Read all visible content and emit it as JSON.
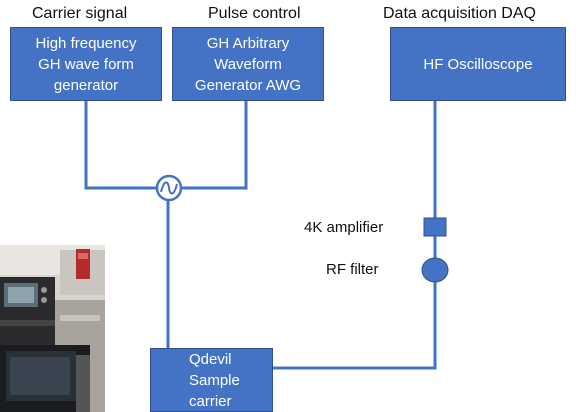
{
  "headers": {
    "carrier": "Carrier signal",
    "pulse": "Pulse control",
    "daq": "Data acquisition DAQ"
  },
  "boxes": {
    "hf_generator": "High frequency\nGH wave form\ngenerator",
    "awg": "GH Arbitrary\nWaveform\nGenerator AWG",
    "oscilloscope": "HF Oscilloscope",
    "sample_carrier": "Qdevil\nSample\ncarrier"
  },
  "components": {
    "amplifier": "4K amplifier",
    "rf_filter": "RF filter"
  },
  "colors": {
    "box_fill": "#4472c4",
    "box_border": "#2f528f",
    "wire": "#4472c4"
  },
  "icons": {
    "mixer": "mixer-circle-icon",
    "photo": "cryostat-lab-photo"
  }
}
